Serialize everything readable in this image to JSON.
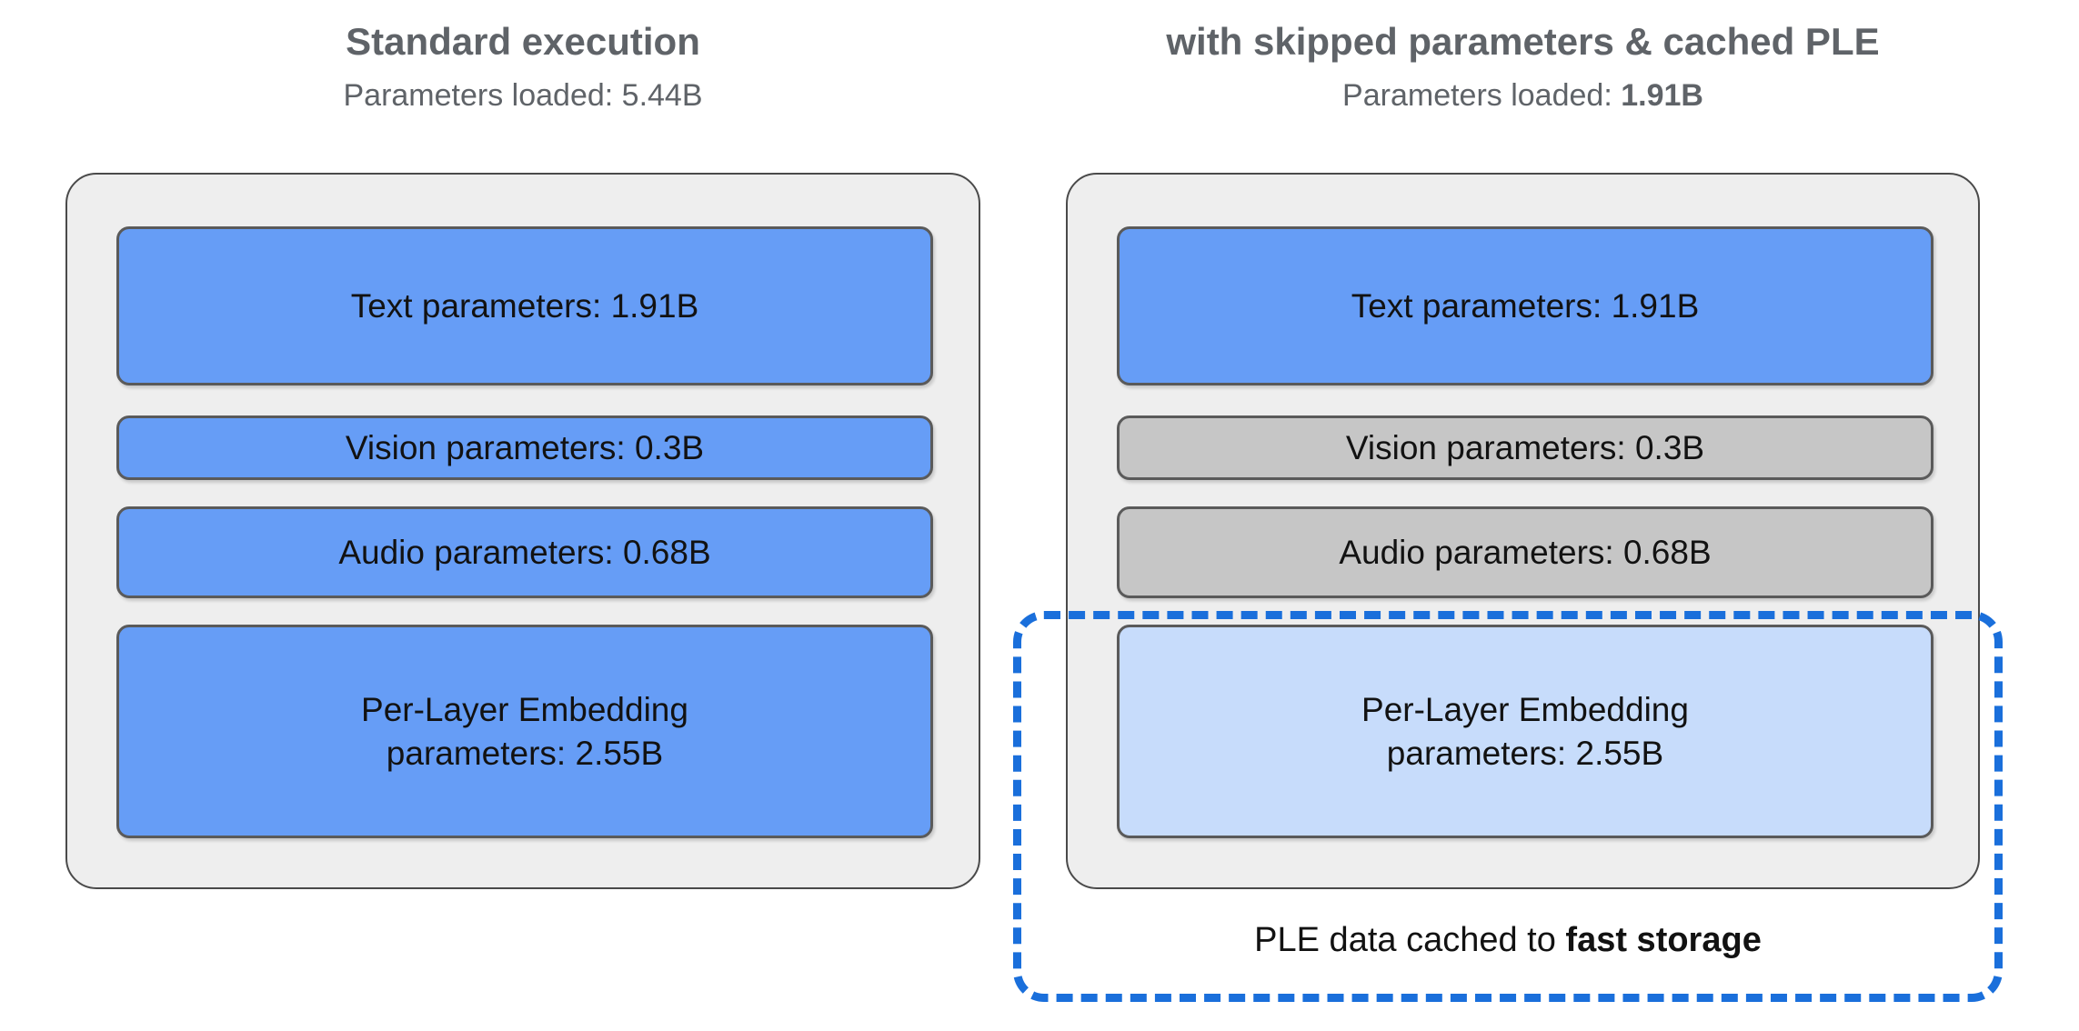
{
  "figure": {
    "background": "#ffffff",
    "accent_blue": "#669df6",
    "accent_light_blue": "#c7dcfb",
    "accent_grey": "#c6c6c6",
    "dashed_blue": "#1a6fdb",
    "panel_fill": "#eeeeee",
    "heading_color": "#5f6368"
  },
  "columns": [
    {
      "id": "standard",
      "title": "Standard execution",
      "subtitle_prefix": "Parameters loaded: ",
      "subtitle_value": "5.44B",
      "subtitle_value_bold": false,
      "blocks": [
        {
          "name": "text-parameters",
          "label": "Text parameters: 1.91B",
          "value": "1.91B",
          "state": "loaded",
          "color": "#669df6"
        },
        {
          "name": "vision-parameters",
          "label": "Vision parameters: 0.3B",
          "value": "0.3B",
          "state": "loaded",
          "color": "#669df6"
        },
        {
          "name": "audio-parameters",
          "label": "Audio parameters: 0.68B",
          "value": "0.68B",
          "state": "loaded",
          "color": "#669df6"
        },
        {
          "name": "ple-parameters",
          "label": "Per-Layer Embedding\nparameters: 2.55B",
          "line1": "Per-Layer Embedding",
          "line2": "parameters: 2.55B",
          "value": "2.55B",
          "state": "loaded",
          "color": "#669df6"
        }
      ],
      "cache_highlight": false
    },
    {
      "id": "optimized",
      "title": "with skipped parameters & cached PLE",
      "subtitle_prefix": "Parameters loaded: ",
      "subtitle_value": "1.91B",
      "subtitle_value_bold": true,
      "blocks": [
        {
          "name": "text-parameters",
          "label": "Text parameters: 1.91B",
          "value": "1.91B",
          "state": "loaded",
          "color": "#669df6"
        },
        {
          "name": "vision-parameters",
          "label": "Vision parameters: 0.3B",
          "value": "0.3B",
          "state": "skipped",
          "color": "#c6c6c6"
        },
        {
          "name": "audio-parameters",
          "label": "Audio parameters: 0.68B",
          "value": "0.68B",
          "state": "skipped",
          "color": "#c6c6c6"
        },
        {
          "name": "ple-parameters",
          "label": "Per-Layer Embedding\nparameters: 2.55B",
          "line1": "Per-Layer Embedding",
          "line2": "parameters: 2.55B",
          "value": "2.55B",
          "state": "cached",
          "color": "#c7dcfb"
        }
      ],
      "cache_highlight": true,
      "cache_caption_prefix": "PLE data cached to ",
      "cache_caption_emphasis": "fast storage"
    }
  ]
}
